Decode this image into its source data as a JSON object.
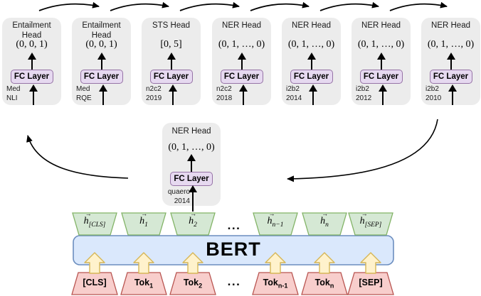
{
  "heads": [
    {
      "title": "Entailment Head",
      "output": "(0, 0, 1)",
      "fc_label": "FC Layer",
      "dataset_line1": "Med",
      "dataset_line2": "NLI"
    },
    {
      "title": "Entailment Head",
      "output": "(0, 0, 1)",
      "fc_label": "FC Layer",
      "dataset_line1": "Med",
      "dataset_line2": "RQE"
    },
    {
      "title": "STS Head",
      "output": "[0, 5]",
      "fc_label": "FC Layer",
      "dataset_line1": "n2c2",
      "dataset_line2": "2019"
    },
    {
      "title": "NER Head",
      "output": "(0, 1, …, 0)",
      "fc_label": "FC Layer",
      "dataset_line1": "n2c2",
      "dataset_line2": "2018"
    },
    {
      "title": "NER Head",
      "output": "(0, 1, …, 0)",
      "fc_label": "FC Layer",
      "dataset_line1": "i2b2",
      "dataset_line2": "2014"
    },
    {
      "title": "NER Head",
      "output": "(0, 1, …, 0)",
      "fc_label": "FC Layer",
      "dataset_line1": "i2b2",
      "dataset_line2": "2012"
    },
    {
      "title": "NER Head",
      "output": "(0, 1, …, 0)",
      "fc_label": "FC Layer",
      "dataset_line1": "i2b2",
      "dataset_line2": "2010"
    }
  ],
  "loop_head": {
    "title": "NER Head",
    "output": "(0, 1, …, 0)",
    "fc_label": "FC Layer",
    "dataset_line1": "quaero",
    "dataset_line2": "2014"
  },
  "bert": {
    "label": "BERT"
  },
  "hidden_states": [
    {
      "vec": "→",
      "base": "h",
      "sub": "[CLS]"
    },
    {
      "vec": "→",
      "base": "h",
      "sub": "1"
    },
    {
      "vec": "→",
      "base": "h",
      "sub": "2"
    },
    {
      "vec": "→",
      "base": "h",
      "sub": "n−1"
    },
    {
      "vec": "→",
      "base": "h",
      "sub": "n"
    },
    {
      "vec": "→",
      "base": "h",
      "sub": "[SEP]"
    }
  ],
  "tokens": [
    {
      "base": "[CLS]",
      "sub": ""
    },
    {
      "base": "Tok",
      "sub": "1"
    },
    {
      "base": "Tok",
      "sub": "2"
    },
    {
      "base": "Tok",
      "sub": "n-1"
    },
    {
      "base": "Tok",
      "sub": "n"
    },
    {
      "base": "[SEP]",
      "sub": ""
    }
  ],
  "ellipsis": "...",
  "colors": {
    "card_bg": "#ececec",
    "fc_fill": "#e6d9f0",
    "fc_border": "#9673a6",
    "bert_fill": "#dae8fc",
    "bert_border": "#6c8ebf",
    "hidden_fill": "#d5e8d4",
    "hidden_border": "#82b366",
    "token_fill": "#f8cecc",
    "token_border": "#b85450",
    "arrow_fill": "#fff2cc",
    "arrow_border": "#d6b656",
    "line": "#000000"
  }
}
